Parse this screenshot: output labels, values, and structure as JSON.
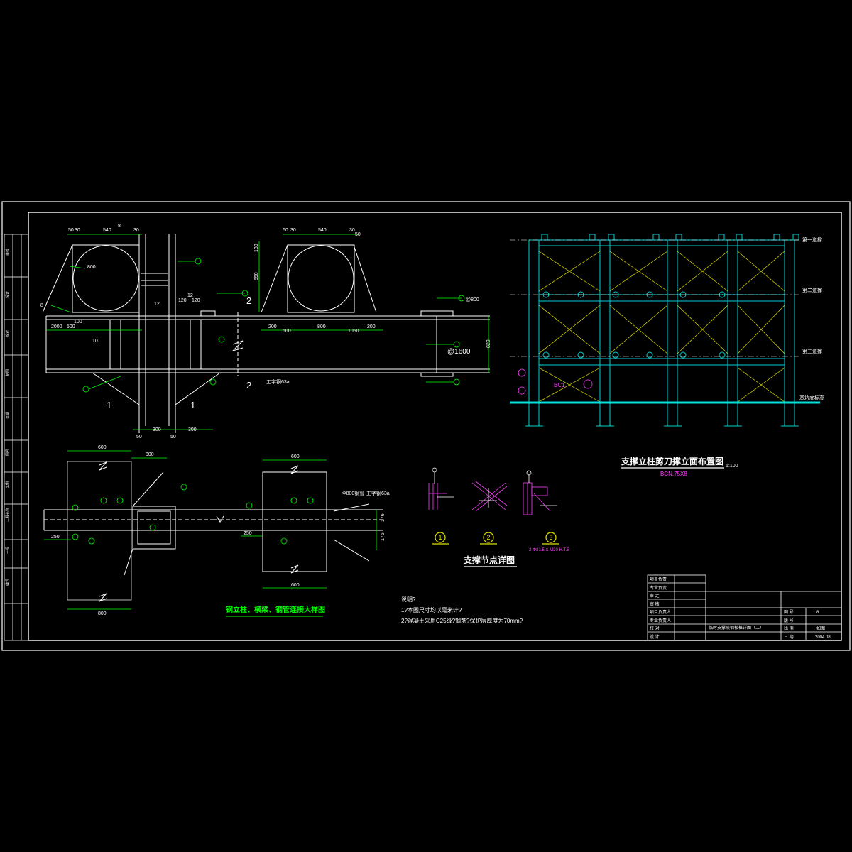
{
  "titles": {
    "elevation": "支撑立柱剪刀撑立面布置图",
    "elevation_scale": "1:100",
    "elevation_section": "BCN.75X8",
    "node_detail": "支撑节点详图",
    "connection": "钢立柱、横梁、钢管连接大样图"
  },
  "elevation_levels": [
    "第一道撑",
    "第二道撑",
    "第三道撑",
    "基坑底标高"
  ],
  "elevation_tag": "BC1",
  "node_labels": [
    "1",
    "2",
    "3"
  ],
  "node_note": "2-Φ21.5 & M20 H.T.B",
  "notes": {
    "heading": "说明?",
    "line1": "1?本图尺寸均以毫米计?",
    "line2": "2?混凝土采用C25级?钢筋?保护层厚度为70mm?"
  },
  "dims_top_left": [
    "50",
    "30",
    "540",
    "8",
    "30",
    "800",
    "2000",
    "500",
    "100",
    "12",
    "120",
    "120",
    "12",
    "10",
    "8",
    "50",
    "300",
    "50",
    "300"
  ],
  "dims_top_mid": [
    "60",
    "30",
    "540",
    "30",
    "50",
    "550",
    "130",
    "200",
    "500",
    "800",
    "1050",
    "200",
    "@800",
    "@1600",
    "820",
    "工字钢63a"
  ],
  "dims_bottom": [
    "600",
    "300",
    "250",
    "800",
    "600",
    "Φ800钢管",
    "工字钢63a",
    "250",
    "176",
    "176",
    "600"
  ],
  "section_marks": [
    "1",
    "1",
    "2",
    "2"
  ],
  "sidebar_labels": [
    "审核",
    "设计",
    "校对",
    "制图",
    "日期",
    "图号",
    "比例",
    "工程名称",
    "子项",
    "编号"
  ],
  "title_block": {
    "left_rows": [
      "项目负责",
      "专业负责",
      "审 定",
      "审 核",
      "项目负责人",
      "专业负责人",
      "校 对",
      "设 计"
    ],
    "drawing_name": "临时支撑及钢板桩详图（二）",
    "right_rows": [
      {
        "label": "图 号",
        "value": "8"
      },
      {
        "label": "版 号",
        "value": ""
      },
      {
        "label": "比 例",
        "value": "如图"
      },
      {
        "label": "日 期",
        "value": "2004.08"
      }
    ]
  }
}
